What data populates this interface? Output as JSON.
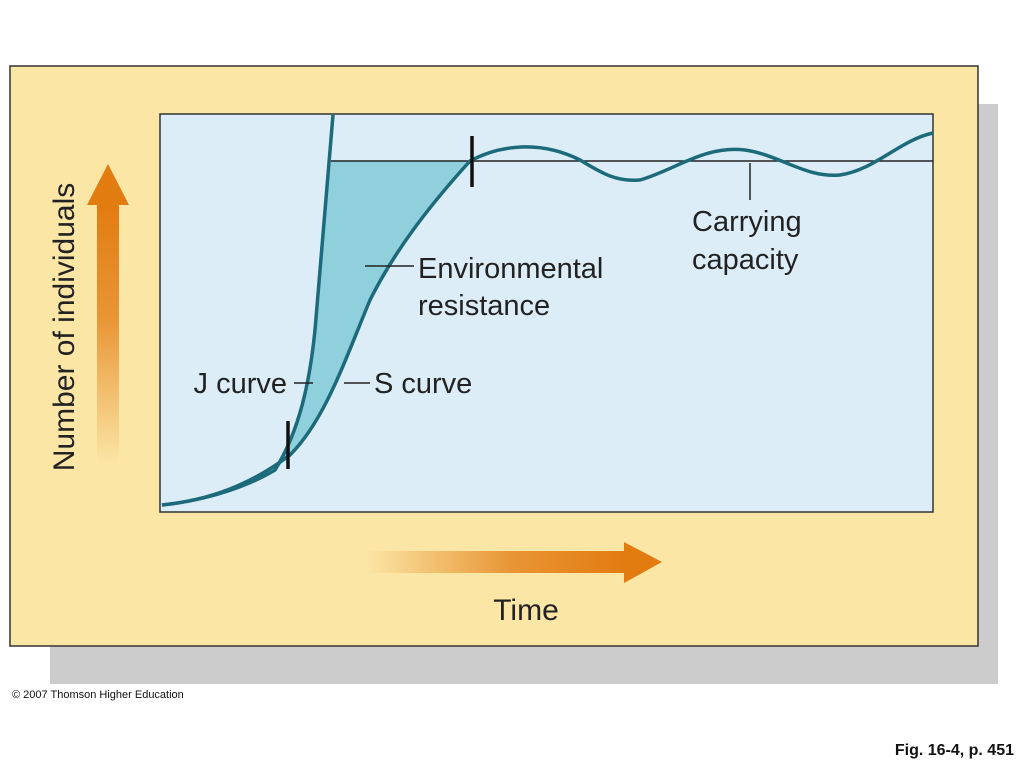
{
  "diagram": {
    "y_axis_label": "Number of individuals",
    "x_axis_label": "Time",
    "labels": {
      "j_curve": "J curve",
      "s_curve": "S curve",
      "environmental_resistance": [
        "Environmental",
        "resistance"
      ],
      "carrying_capacity": [
        "Carrying",
        "capacity"
      ]
    },
    "colors": {
      "panel_background": "#fbe6a6",
      "plot_background": "#dcedf8",
      "curve": "#1c6a7a",
      "resistance_fill": "#8fd0dc",
      "arrow": "#e27b10"
    }
  },
  "footer": {
    "copyright": "© 2007 Thomson Higher Education",
    "figure_reference": "Fig. 16-4, p. 451"
  }
}
